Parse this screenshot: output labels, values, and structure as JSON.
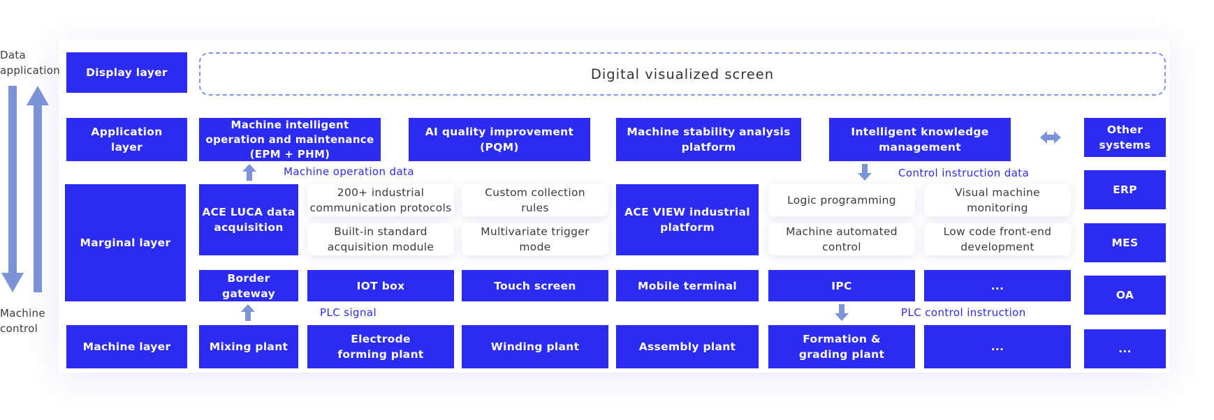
{
  "colors": {
    "block": "#2b2bf2",
    "arrow": "#7b93d8",
    "dash": "#7f95ee"
  },
  "side_labels": {
    "top": "Data\napplication",
    "bottom": "Machine\ncontrol"
  },
  "display_layer": {
    "label": "Display layer",
    "screen": "Digital visualized screen"
  },
  "application_layer": {
    "label": "Application\nlayer",
    "items": [
      "Machine intelligent\noperation and maintenance\n(EPM + PHM)",
      "AI quality improvement\n(PQM)",
      "Machine stability analysis\nplatform",
      "Intelligent knowledge\nmanagement"
    ]
  },
  "marginal_layer": {
    "label": "Marginal layer",
    "luca": "ACE LUCA data\nacquisition",
    "luca_features": [
      "200+ industrial\ncommunication protocols",
      "Custom collection\nrules",
      "Built-in standard\nacquisition module",
      "Multivariate trigger\nmode"
    ],
    "view": "ACE VIEW industrial\nplatform",
    "view_features": [
      "Logic programming",
      "Visual machine\nmonitoring",
      "Machine automated\ncontrol",
      "Low code front-end\ndevelopment"
    ],
    "devices": [
      "Border gateway",
      "IOT box",
      "Touch screen",
      "Mobile terminal",
      "IPC",
      "..."
    ]
  },
  "machine_layer": {
    "label": "Machine layer",
    "plants": [
      "Mixing plant",
      "Electrode\nforming plant",
      "Winding plant",
      "Assembly plant",
      "Formation &\ngrading plant",
      "..."
    ]
  },
  "flow_notes": {
    "machine_operation_data": "Machine operation data",
    "control_instruction_data": "Control instruction data",
    "plc_signal": "PLC signal",
    "plc_control_instruction": "PLC control instruction"
  },
  "other_systems": {
    "label": "Other\nsystems",
    "items": [
      "ERP",
      "MES",
      "OA",
      "..."
    ]
  }
}
